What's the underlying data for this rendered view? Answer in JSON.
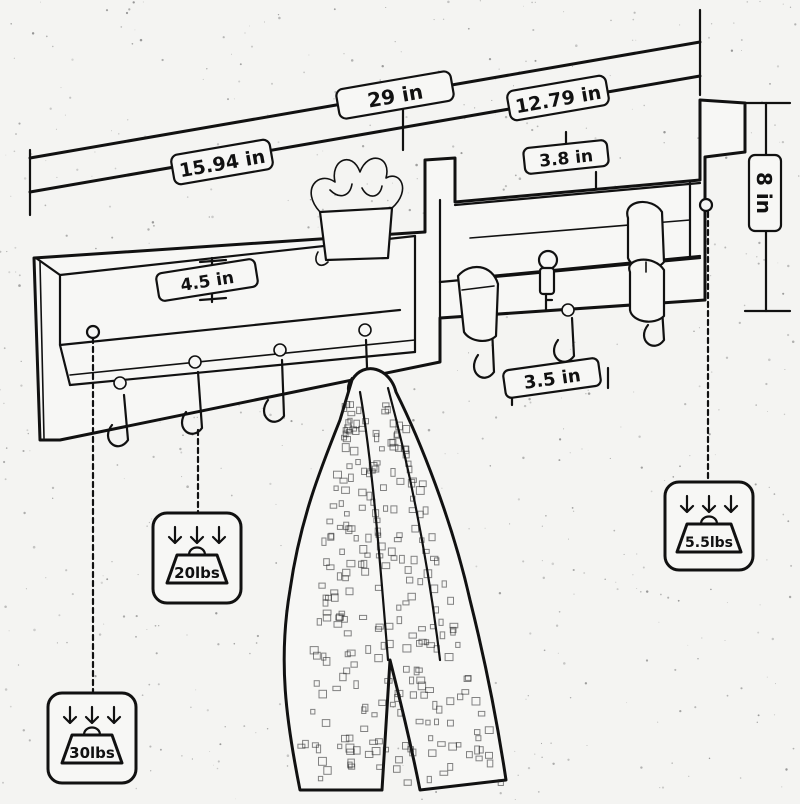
{
  "dimensions": {
    "total_width": "29 in",
    "left_width": "15.94 in",
    "right_width": "12.79 in",
    "height": "8 in",
    "shelf_depth": "4.5 in",
    "top_gap": "3.8 in",
    "hook_spacing": "3.5 in"
  },
  "load_badges": [
    {
      "id": "badge-30",
      "label": "30lbs"
    },
    {
      "id": "badge-20",
      "label": "20lbs"
    },
    {
      "id": "badge-5",
      "label": "5.5lbs"
    }
  ],
  "icons": {
    "arrow": "down-arrow-icon",
    "weight": "weight-icon",
    "plant": "plant-pot-icon",
    "scarf": "scarf-icon",
    "keys": "keys-icon",
    "sunglasses": "sunglasses-icon",
    "hook": "hook-icon"
  },
  "colors": {
    "ink": "#111111",
    "paper": "#f4f4f2"
  }
}
